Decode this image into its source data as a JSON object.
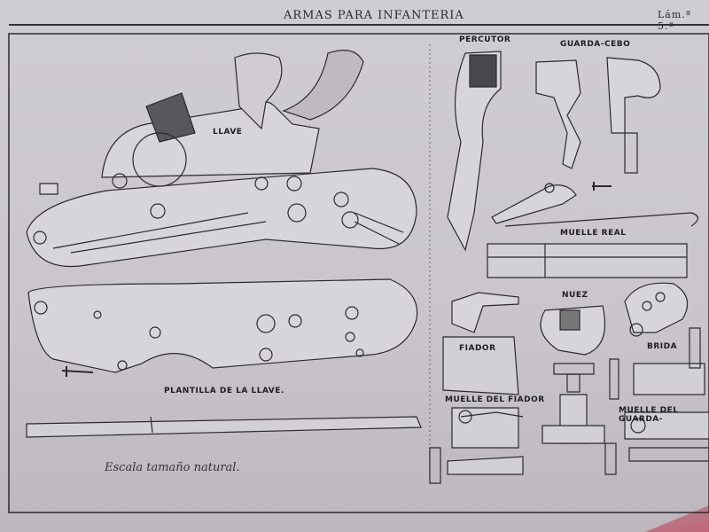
{
  "header": {
    "title": "ARMAS PARA INFANTERIA",
    "plate": "Lám.ª 5.ª"
  },
  "labels": {
    "llave": "LLAVE",
    "percutor": "PERCUTOR",
    "guarda_cebo": "GUARDA-CEBO",
    "muelle_real": "MUELLE REAL",
    "nuez": "NUEZ",
    "brida": "BRIDA",
    "fiador": "FIADOR",
    "muelle_del_fiador": "MUELLE DEL FIADOR",
    "muelle_del_guarda": "MUELLE DEL GUARDA-",
    "plantilla": "PLANTILLA DE LA LLAVE."
  },
  "scale_note": "Escala tamaño natural.",
  "colors": {
    "ink": "#2a2a2e",
    "paper": "#cfccd2",
    "binding": "#c0667a"
  }
}
